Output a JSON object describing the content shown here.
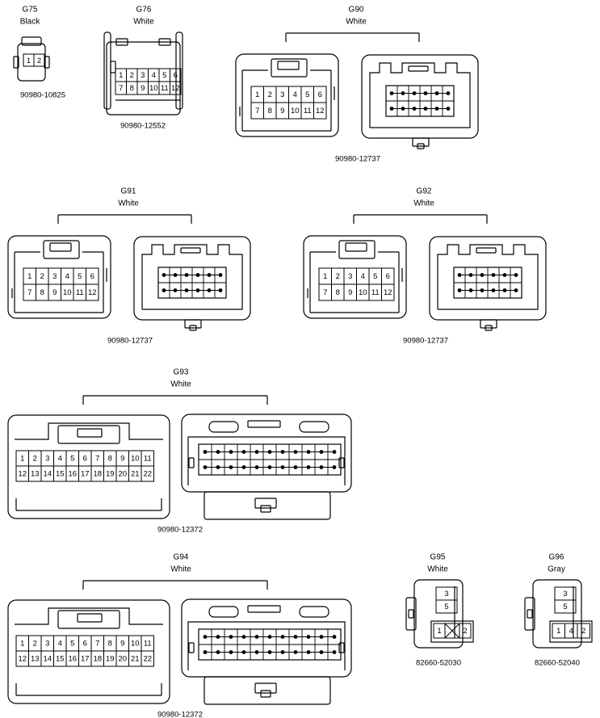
{
  "connectors": [
    {
      "id": "G75",
      "color": "Black",
      "part": "90980-10825",
      "type": "small2",
      "pins": [
        "1",
        "2"
      ]
    },
    {
      "id": "G76",
      "color": "White",
      "part": "90980-12552",
      "type": "ecu12",
      "pins": [
        "1",
        "2",
        "3",
        "4",
        "5",
        "6",
        "7",
        "8",
        "9",
        "10",
        "11",
        "12"
      ]
    },
    {
      "id": "G90",
      "color": "White",
      "part": "90980-12737",
      "type": "pair12",
      "pins": [
        "1",
        "2",
        "3",
        "4",
        "5",
        "6",
        "7",
        "8",
        "9",
        "10",
        "11",
        "12"
      ]
    },
    {
      "id": "G91",
      "color": "White",
      "part": "90980-12737",
      "type": "pair12",
      "pins": [
        "1",
        "2",
        "3",
        "4",
        "5",
        "6",
        "7",
        "8",
        "9",
        "10",
        "11",
        "12"
      ]
    },
    {
      "id": "G92",
      "color": "White",
      "part": "90980-12737",
      "type": "pair12",
      "pins": [
        "1",
        "2",
        "3",
        "4",
        "5",
        "6",
        "7",
        "8",
        "9",
        "10",
        "11",
        "12"
      ]
    },
    {
      "id": "G93",
      "color": "White",
      "part": "90980-12372",
      "type": "pair22",
      "pins": [
        "1",
        "2",
        "3",
        "4",
        "5",
        "6",
        "7",
        "8",
        "9",
        "10",
        "11",
        "12",
        "13",
        "14",
        "15",
        "16",
        "17",
        "18",
        "19",
        "20",
        "21",
        "22"
      ]
    },
    {
      "id": "G94",
      "color": "White",
      "part": "90980-12372",
      "type": "pair22",
      "pins": [
        "1",
        "2",
        "3",
        "4",
        "5",
        "6",
        "7",
        "8",
        "9",
        "10",
        "11",
        "12",
        "13",
        "14",
        "15",
        "16",
        "17",
        "18",
        "19",
        "20",
        "21",
        "22"
      ]
    },
    {
      "id": "G95",
      "color": "White",
      "part": "82660-52030",
      "type": "relay5x",
      "pins": [
        "3",
        "5",
        "1",
        "2"
      ]
    },
    {
      "id": "G96",
      "color": "Gray",
      "part": "82660-52040",
      "type": "relay5",
      "pins": [
        "3",
        "5",
        "1",
        "4",
        "2"
      ]
    }
  ]
}
